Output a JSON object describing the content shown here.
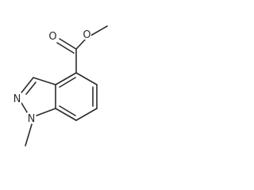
{
  "molecule": {
    "atoms": {
      "o_carbonyl": "O",
      "o_ester": "O",
      "n1": "N",
      "n2": "N"
    }
  }
}
